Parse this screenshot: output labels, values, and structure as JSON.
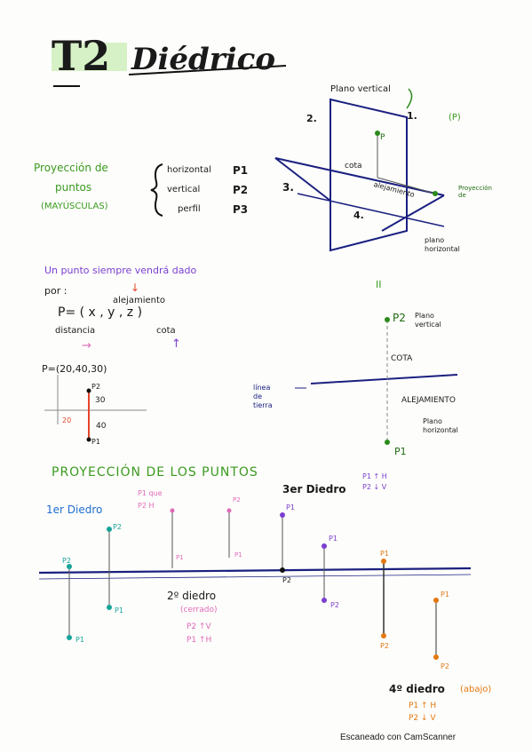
{
  "title": {
    "t2": "T2",
    "dihedral": "Diédrico"
  },
  "diagram_top": {
    "plano_vertical": "Plano vertical",
    "q1": "1.",
    "q2": "2.",
    "q3": "3.",
    "q4": "4.",
    "p_label": "P",
    "cota": "cota",
    "alejamiento": "alejamiento",
    "plano_horizontal": "plano\nhorizontal",
    "proyeccion_note": "Proyección\nde",
    "fp": "(P)"
  },
  "projection_section": {
    "title": "Proyección de",
    "title2": "puntos",
    "title3": "(MAYÚSCULAS)",
    "items": [
      {
        "label": "horizontal",
        "symbol": "P1"
      },
      {
        "label": "vertical",
        "symbol": "P2"
      },
      {
        "label": "perfil",
        "symbol": "P3"
      }
    ]
  },
  "point_def": {
    "line1": "Un punto siempre vendrá dado",
    "line2": "por :",
    "alejamiento": "alejamiento",
    "formula": "P= ( x , y , z )",
    "distancia": "distancia",
    "cota": "cota"
  },
  "example": {
    "coords": "P=(20,40,30)",
    "p2": "P2",
    "p1": "P1",
    "v30": "30",
    "v20": "20",
    "v40": "40"
  },
  "right_diagram": {
    "roman": "II",
    "p2": "P2",
    "plano_vertical": "Plano\nvertical",
    "cota": "COTA",
    "linea_tierra": "línea\nde\ntierra",
    "alejamiento": "ALEJAMIENTO",
    "plano_horizontal": "Plano\nhorizontal",
    "p1": "P1"
  },
  "points_section": {
    "title": "PROYECCIÓN DE LOS PUNTOS",
    "d1": "1er Diedro",
    "d2": "2º diedro",
    "d2_sub": "(cerrado)",
    "d2_note1": "P2 ↑V",
    "d2_note2": "P1 ↑H",
    "d3": "3er Diedro",
    "d3_note1": "P1 ↑ H",
    "d3_note2": "P2 ↓ V",
    "d4": "4º diedro",
    "d4_sub": "(abajo)",
    "d4_note1": "P1 ↑ H",
    "d4_note2": "P2 ↓ V",
    "p1": "P1",
    "p2": "P2",
    "pink_note1": "P1 que",
    "pink_note2": "P2 H"
  },
  "footer": {
    "scanner": "Escaneado con CamScanner"
  }
}
